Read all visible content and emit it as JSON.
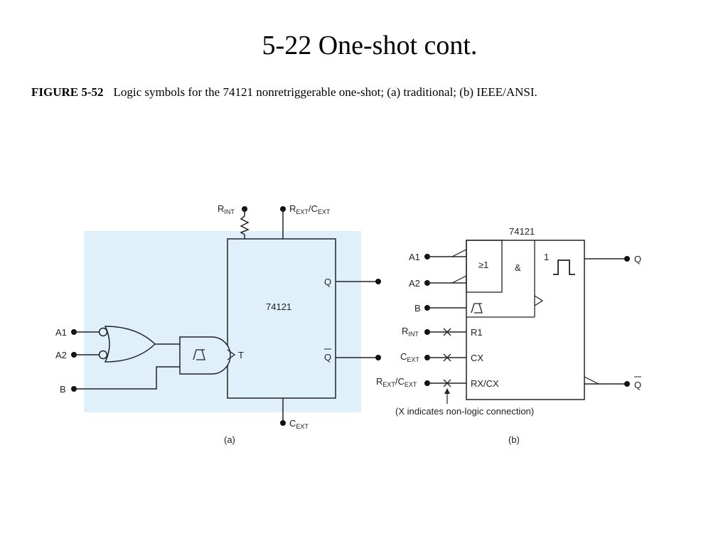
{
  "slide": {
    "title": "5-22 One-shot cont."
  },
  "caption": {
    "figure_label": "FIGURE 5-52",
    "text": "Logic symbols for the 74121 nonretriggerable one-shot; (a) traditional; (b) IEEE/ANSI."
  },
  "diagram_a": {
    "chip": "74121",
    "r_int": {
      "main": "R",
      "sub": "INT"
    },
    "r_ext_c_ext": {
      "main1": "R",
      "sub1": "EXT",
      "sep": "/C",
      "sub2": "EXT"
    },
    "c_ext": {
      "main": "C",
      "sub": "EXT"
    },
    "inputs": [
      "A1",
      "A2",
      "B"
    ],
    "trigger": "T",
    "out_q": "Q",
    "out_qbar": "Q",
    "label": "(a)",
    "colors": {
      "highlight": "#dff0fa"
    }
  },
  "diagram_b": {
    "chip": "74121",
    "inputs": [
      "A1",
      "A2",
      "B"
    ],
    "or_symbol": "≥1",
    "and_symbol": "&",
    "pulse_label": "1",
    "pins": [
      "R1",
      "CX",
      "RX/CX"
    ],
    "r_int": {
      "main": "R",
      "sub": "INT"
    },
    "c_ext": {
      "main": "C",
      "sub": "EXT"
    },
    "r_ext_c_ext": {
      "main1": "R",
      "sub1": "EXT",
      "sep": "/C",
      "sub2": "EXT"
    },
    "out_q": "Q",
    "out_qbar": "Q",
    "note": "(X indicates non-logic connection)",
    "label": "(b)"
  }
}
